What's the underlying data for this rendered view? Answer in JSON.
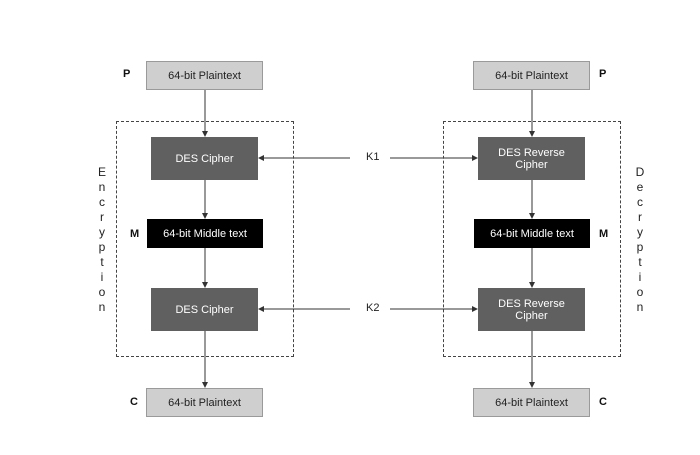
{
  "left": {
    "top_label": "P",
    "top_box": "64-bit Plaintext",
    "cipher1": "DES Cipher",
    "middle_label": "M",
    "middle_box": "64-bit Middle text",
    "cipher2": "DES Cipher",
    "bottom_label": "C",
    "bottom_box": "64-bit Plaintext",
    "side_word": "Encryption"
  },
  "right": {
    "top_label": "P",
    "top_box": "64-bit Plaintext",
    "cipher1": "DES Reverse Cipher",
    "middle_label": "M",
    "middle_box": "64-bit Middle text",
    "cipher2": "DES Reverse Cipher",
    "bottom_label": "C",
    "bottom_box": "64-bit Plaintext",
    "side_word": "Decryption"
  },
  "keys": {
    "k1": "K1",
    "k2": "K2"
  }
}
